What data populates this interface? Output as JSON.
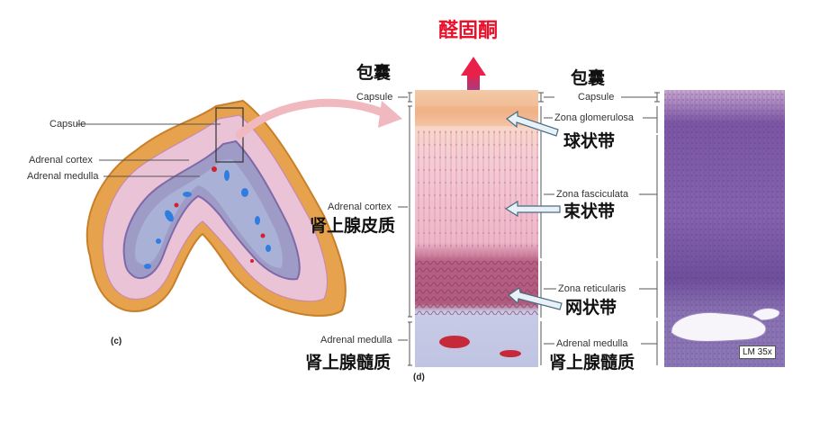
{
  "title": "醛固酮",
  "colors": {
    "title": "#e8102a",
    "arrow_top": "#e8204a",
    "arrow_bottom": "#2f6fe6"
  },
  "left_labels": {
    "capsule": "Capsule",
    "adrenal_cortex": "Adrenal cortex",
    "adrenal_medulla": "Adrenal medulla",
    "panel": "(c)"
  },
  "middle_labels": {
    "capsule": "Capsule",
    "adrenal_cortex": "Adrenal cortex",
    "adrenal_medulla": "Adrenal medulla",
    "panel": "(d)"
  },
  "right_labels": {
    "capsule": "Capsule",
    "zona_glomerulosa": "Zona glomerulosa",
    "zona_fasciculata": "Zona fasciculata",
    "zona_reticularis": "Zona reticularis",
    "adrenal_medulla": "Adrenal medulla",
    "magnification": "LM 35x"
  },
  "chinese_labels": {
    "capsule_left": "包囊",
    "capsule_right": "包囊",
    "cortex": "肾上腺皮质",
    "glomerulosa": "球状带",
    "fasciculata": "束状带",
    "reticularis": "网状带",
    "medulla_left": "肾上腺髓质",
    "medulla_right": "肾上腺髓质"
  }
}
